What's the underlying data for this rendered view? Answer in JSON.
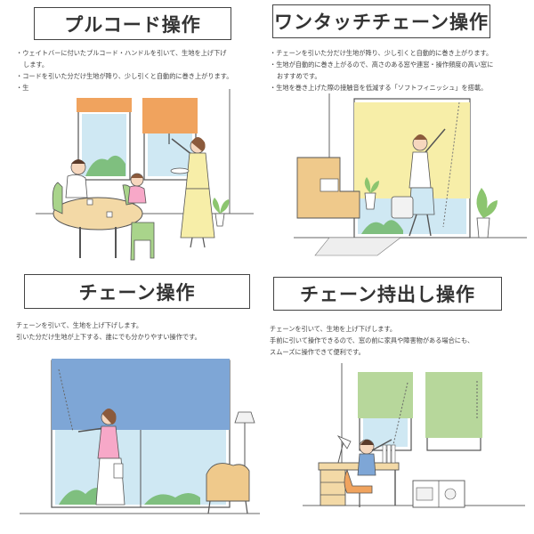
{
  "panels": [
    {
      "title": "プルコード操作",
      "lines": [
        "ウェイトバーに付いたプルコード・ハンドルを引いて、生地を上げ下げ",
        "します。",
        "コードを引いた分だけ生地が降り、少し引くと自動的に巻き上がります。",
        "生"
      ]
    },
    {
      "title": "ワンタッチチェーン操作",
      "lines": [
        "チェーンを引いた分だけ生地が降り、少し引くと自動的に巻き上がります。",
        "生地が自動的に巻き上がるので、高さのある窓や連窓・操作頻度の高い窓に",
        "おすすめです。",
        "生地を巻き上げた際の接触音を低減する「ソフトフィニッシュ」を搭載。"
      ]
    },
    {
      "title": "チェーン操作",
      "lines": [
        "チェーンを引いて、生地を上げ下げします。",
        "引いた分だけ生地が上下する、誰にでも分かりやすい操作です。"
      ]
    },
    {
      "title": "チェーン持出し操作",
      "lines": [
        "チェーンを引いて、生地を上げ下げします。",
        "手前に引いて操作できるので、窓の前に家具や障害物がある場合にも、",
        "スムーズに操作できて便利です。"
      ]
    }
  ],
  "colors": {
    "blind_orange": "#f0a35e",
    "blind_yellow": "#f7eea8",
    "blind_blue": "#7ea6d6",
    "blind_green": "#b7d79b",
    "table_tan": "#f3d9a6",
    "sofa_tan": "#efc98b",
    "chair_green": "#a9d48b"
  }
}
